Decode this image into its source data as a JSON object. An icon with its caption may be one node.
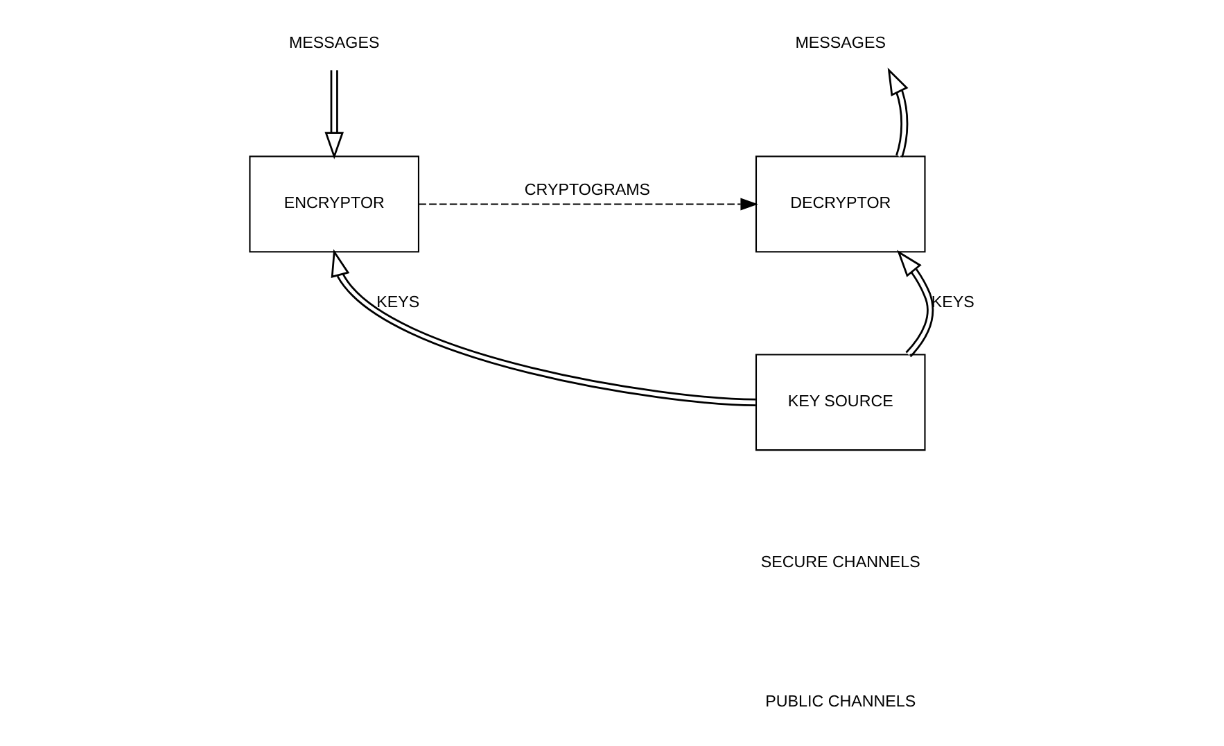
{
  "diagram": {
    "nodes": [
      {
        "text": [
          "MESSAGES"
        ]
      },
      {
        "text": [
          "ENCRYPTOR"
        ]
      },
      {
        "text": [
          "DECRYPTOR"
        ]
      },
      {
        "text": [
          "MESSAGES"
        ]
      },
      {
        "text": [
          "KEY SOURCE"
        ]
      }
    ],
    "edges": [
      {
        "from": 0,
        "to": 1,
        "arrow": "to"
      },
      {
        "from": 1,
        "to": 2,
        "arrow": "to",
        "style": "dashed",
        "label": "CRYPTOGRAMS"
      },
      {
        "from": 2,
        "to": 3,
        "arrow": "to"
      },
      {
        "from": 4,
        "to": 2,
        "arrow": "to",
        "label": "KEYS"
      },
      {
        "from": 4,
        "to": 1,
        "arrow": "to",
        "label": "KEYS"
      }
    ],
    "legend": [
      {
        "text": "SECURE CHANNELS"
      },
      {
        "text": "PUBLIC CHANNELS"
      }
    ]
  }
}
